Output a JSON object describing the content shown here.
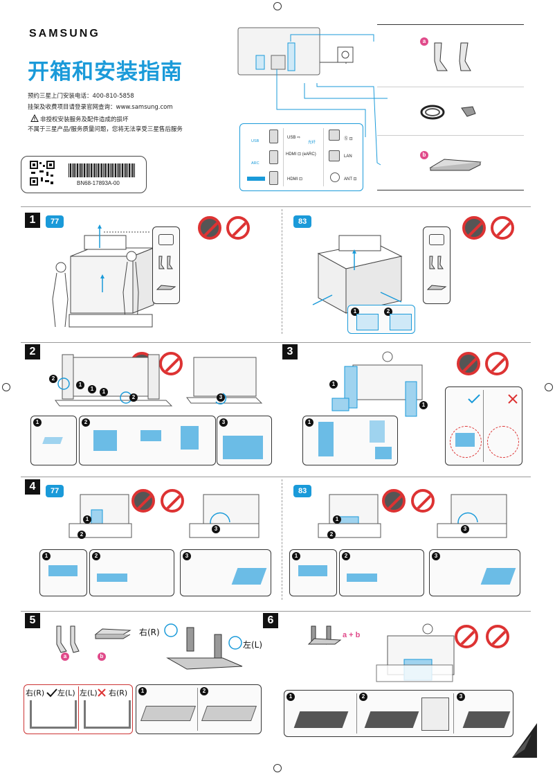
{
  "header": {
    "brand": "SAMSUNG",
    "title": "开箱和安装指南",
    "phone_line": "预约三星上门安装电话：400-810-5858",
    "web_line": "挂架及收费项目请登录官网查询：www.samsung.com",
    "warning_line1": "非授权安装服务及配件造成的损坏",
    "warning_line2": "不属于三星产品/服务质量问题，您将无法享受三星售后服务",
    "warning_icon": "warning-triangle-icon",
    "barcode_text": "BN68-17893A-00"
  },
  "ports": [
    {
      "label": "USB",
      "sub": "USB"
    },
    {
      "label": "USB ⇨",
      "sub": ""
    },
    {
      "label": "",
      "sub": "光纤"
    },
    {
      "label": "Ⓢ ⊡",
      "sub": ""
    },
    {
      "label": "",
      "sub": "ARC"
    },
    {
      "label": "HDMI ⊡ (eARC)",
      "sub": ""
    },
    {
      "label": "LAN",
      "sub": ""
    },
    {
      "label": "HDMI ⊡",
      "sub": ""
    },
    {
      "label": "ANT ⊡",
      "sub": ""
    }
  ],
  "parts": {
    "a_label": "a",
    "b_label": "b"
  },
  "sections": [
    {
      "num": "1",
      "size_left": "77",
      "size_right": "83"
    },
    {
      "num": "2"
    },
    {
      "num": "3"
    },
    {
      "num": "4",
      "size_left": "77",
      "size_right": "83"
    },
    {
      "num": "5",
      "right_label": "右(R)",
      "left_label": "左(L)",
      "ok_text": "右(R)",
      "ok_text2": "左(L)",
      "bad_text": "左(L)",
      "bad_text2": "右(R)"
    },
    {
      "num": "6",
      "combo": "a + b"
    }
  ],
  "steps": [
    "1",
    "2",
    "3"
  ],
  "colors": {
    "accent": "#1a9ad9",
    "prohibit": "#d33333",
    "check": "#1a9ad9",
    "cross": "#d33333",
    "part_letter": "#e04a8a"
  }
}
